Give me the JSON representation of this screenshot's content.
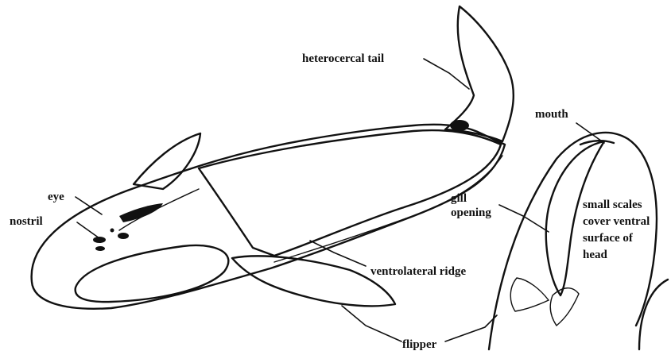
{
  "labels": {
    "tail": "heterocercal tail",
    "mouth": "mouth",
    "eye": "eye",
    "nostril": "nostril",
    "gill_line1": "gill",
    "gill_line2": "opening",
    "scales_line1": "small scales",
    "scales_line2": "cover ventral",
    "scales_line3": "surface of",
    "scales_line4": "head",
    "ridge": "ventrolateral ridge",
    "flipper": "flipper"
  }
}
